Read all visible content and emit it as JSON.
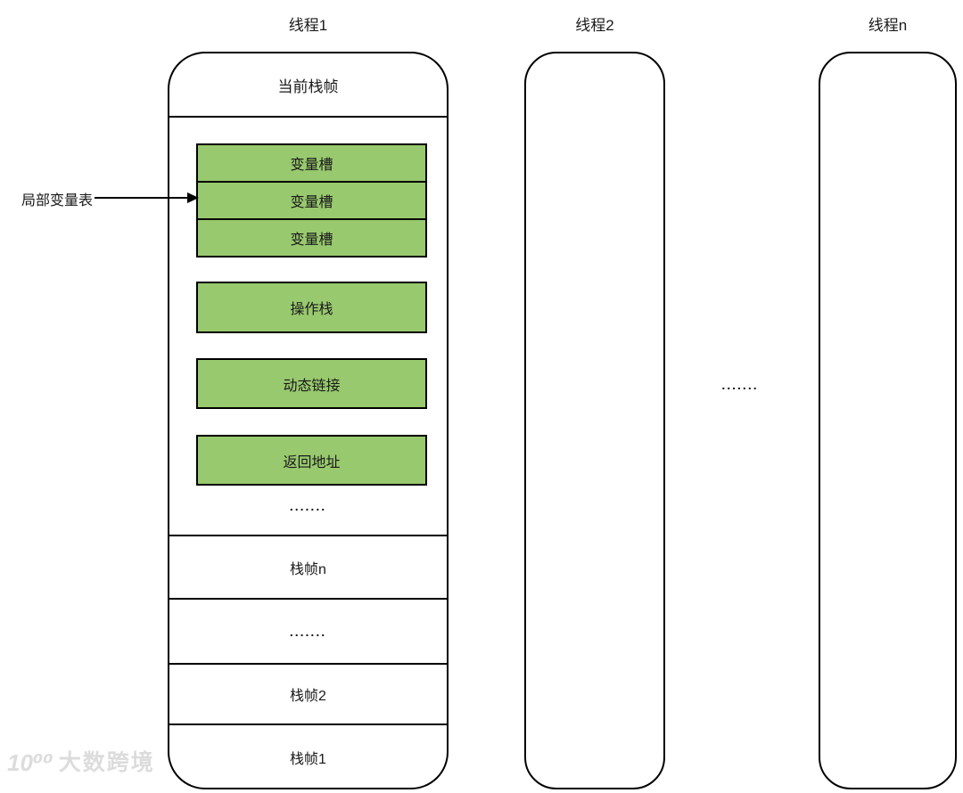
{
  "threads": [
    {
      "title": "线程1"
    },
    {
      "title": "线程2"
    },
    {
      "title": "线程n"
    }
  ],
  "thread1_stack": {
    "current_frame": "当前栈帧",
    "local_var_table_label": "局部变量表",
    "variable_slots": [
      "变量槽",
      "变量槽",
      "变量槽"
    ],
    "operand_stack": "操作栈",
    "dynamic_link": "动态链接",
    "return_address": "返回地址",
    "inner_ellipsis": ".......",
    "frame_rows": [
      {
        "label": "栈帧n"
      },
      {
        "label": "......."
      },
      {
        "label": "栈帧2"
      },
      {
        "label": "栈帧1"
      }
    ]
  },
  "between_threads_ellipsis": ".......",
  "watermark": {
    "logo": "10⁰⁰",
    "brand": "大数跨境"
  },
  "colors": {
    "slot_fill": "#98c96e",
    "stroke": "#000000",
    "text": "#1a1a1a",
    "watermark": "#dcdcdc"
  }
}
